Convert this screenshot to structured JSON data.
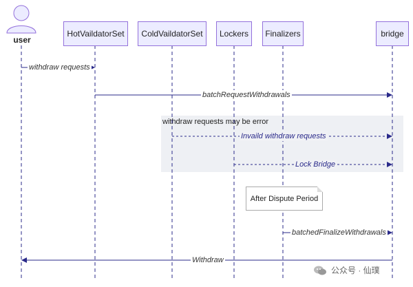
{
  "actors": {
    "user": "user",
    "hot": "HotVaildatorSet",
    "cold": "ColdVaildatorSet",
    "lockers": "Lockers",
    "finalizers": "Finalizers",
    "bridge": "bridge"
  },
  "messages": {
    "m1": "withdraw requests",
    "m2": "batchRequestWithdrawals",
    "m3": "Invaild withdraw requests",
    "m4": "Lock Bridge",
    "m5": "batchedFinalizeWithdrawals",
    "m6": "Withdraw"
  },
  "rect": {
    "title": "withdraw requests may be error"
  },
  "note": {
    "text": "After Dispute Period"
  },
  "watermark": {
    "text": "公众号 · 仙璞"
  },
  "colors": {
    "actor_fill": "#ececff",
    "actor_border": "#9370db",
    "lifeline": "#2a2a8a",
    "arrow_solid": "#2a2a8a",
    "rect_bg": "#eef0f4"
  }
}
